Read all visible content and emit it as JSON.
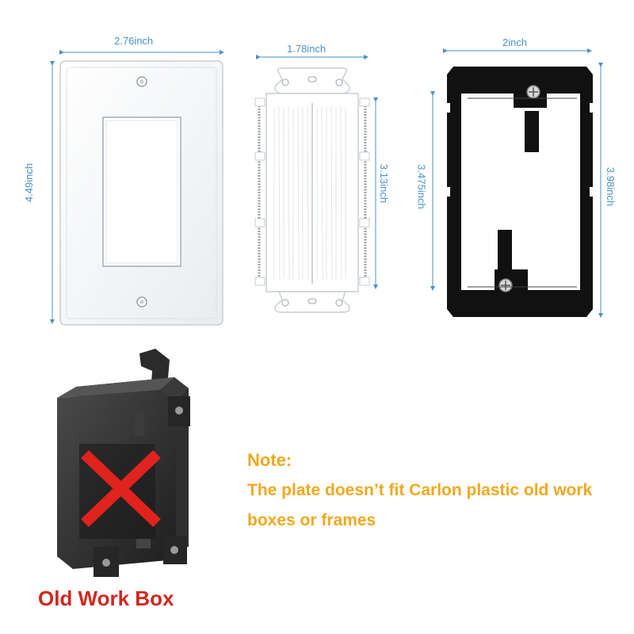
{
  "dimensions": {
    "wallplate_width": "2.76inch",
    "wallplate_height": "4.49inch",
    "brush_insert_width": "1.78inch",
    "brush_insert_height": "3.13inch",
    "bracket_width": "2inch",
    "bracket_inner_height": "3.475inch",
    "bracket_outer_height": "3.98inch"
  },
  "note": {
    "title": "Note:",
    "body": "The plate doesn’t fit Carlon plastic old work boxes or frames"
  },
  "caption": "Old Work Box",
  "colors": {
    "dimension": "#4a90c8",
    "note": "#f2a81d",
    "caption": "#d0281f",
    "cross": "#e0231c"
  }
}
